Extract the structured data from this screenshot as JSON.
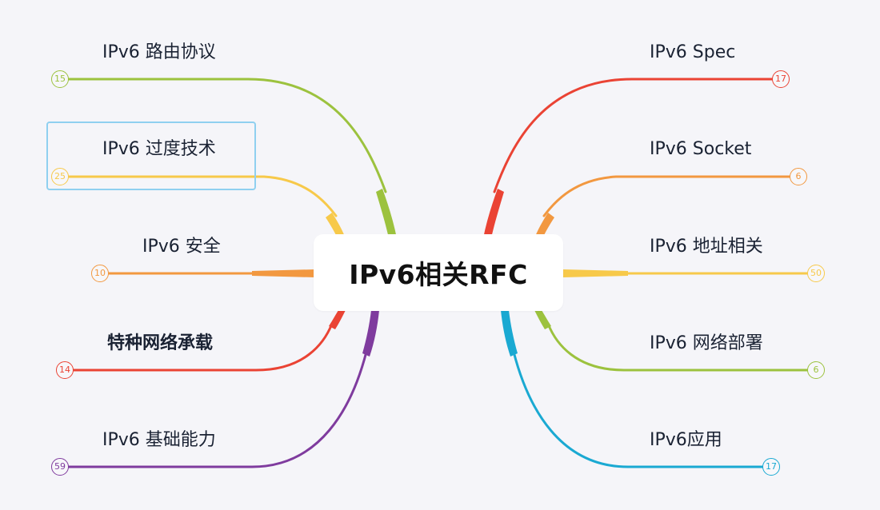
{
  "central": {
    "title": "IPv6相关RFC"
  },
  "branches": {
    "left": [
      {
        "label": "IPv6 路由协议",
        "count": "15",
        "color": "#9cc23e"
      },
      {
        "label": "IPv6 过度技术",
        "count": "25",
        "color": "#f7c94a"
      },
      {
        "label": "IPv6 安全",
        "count": "10",
        "color": "#f29840"
      },
      {
        "label": "特种网络承载",
        "count": "14",
        "color": "#ea4334"
      },
      {
        "label": "IPv6 基础能力",
        "count": "59",
        "color": "#7f3b9e"
      }
    ],
    "right": [
      {
        "label": "IPv6 Spec",
        "count": "17",
        "color": "#ea4334"
      },
      {
        "label": "IPv6 Socket",
        "count": "6",
        "color": "#f29840"
      },
      {
        "label": "IPv6 地址相关",
        "count": "50",
        "color": "#f7c94a"
      },
      {
        "label": "IPv6 网络部署",
        "count": "6",
        "color": "#9cc23e"
      },
      {
        "label": "IPv6应用",
        "count": "17",
        "color": "#1aa9d2"
      }
    ]
  },
  "selection": {
    "branch": "IPv6 过度技术"
  }
}
